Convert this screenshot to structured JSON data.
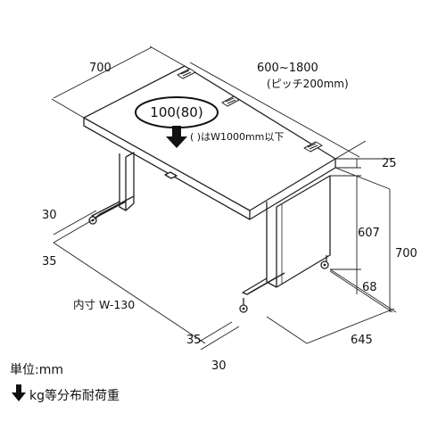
{
  "dimensions": {
    "depth": "700",
    "width_range": "600~1800",
    "pitch": "(ピッチ200mm)",
    "top_thickness": "25",
    "leg_space_height": "607",
    "total_height": "700",
    "base_height": "68",
    "leg_depth": "645",
    "inner_width": "内寸 W-130",
    "left_gap_top": "30",
    "left_gap_bottom": "35",
    "right_gap_top": "35",
    "right_gap_bottom": "30"
  },
  "load": {
    "value": "100(80)",
    "note": "( )はW1000mm以下"
  },
  "legend": {
    "unit": "単位:mm",
    "load_legend": "kg等分布耐荷重"
  }
}
